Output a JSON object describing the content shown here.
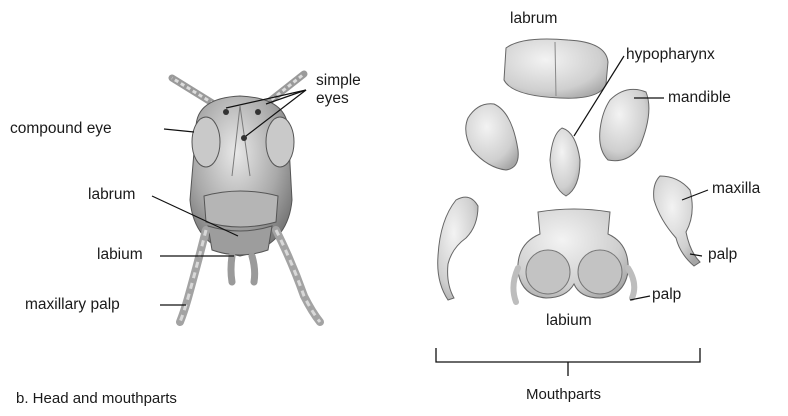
{
  "head_labels": {
    "simple_eyes_line1": "simple",
    "simple_eyes_line2": "eyes",
    "compound_eye": "compound eye",
    "labrum": "labrum",
    "labium": "labium",
    "maxillary_palp": "maxillary palp"
  },
  "mouthpart_labels": {
    "labrum": "labrum",
    "hypopharynx": "hypopharynx",
    "mandible": "mandible",
    "maxilla": "maxilla",
    "palp_right": "palp",
    "palp_labium": "palp",
    "labium": "labium"
  },
  "bracket_label": "Mouthparts",
  "caption": "b. Head and mouthparts"
}
